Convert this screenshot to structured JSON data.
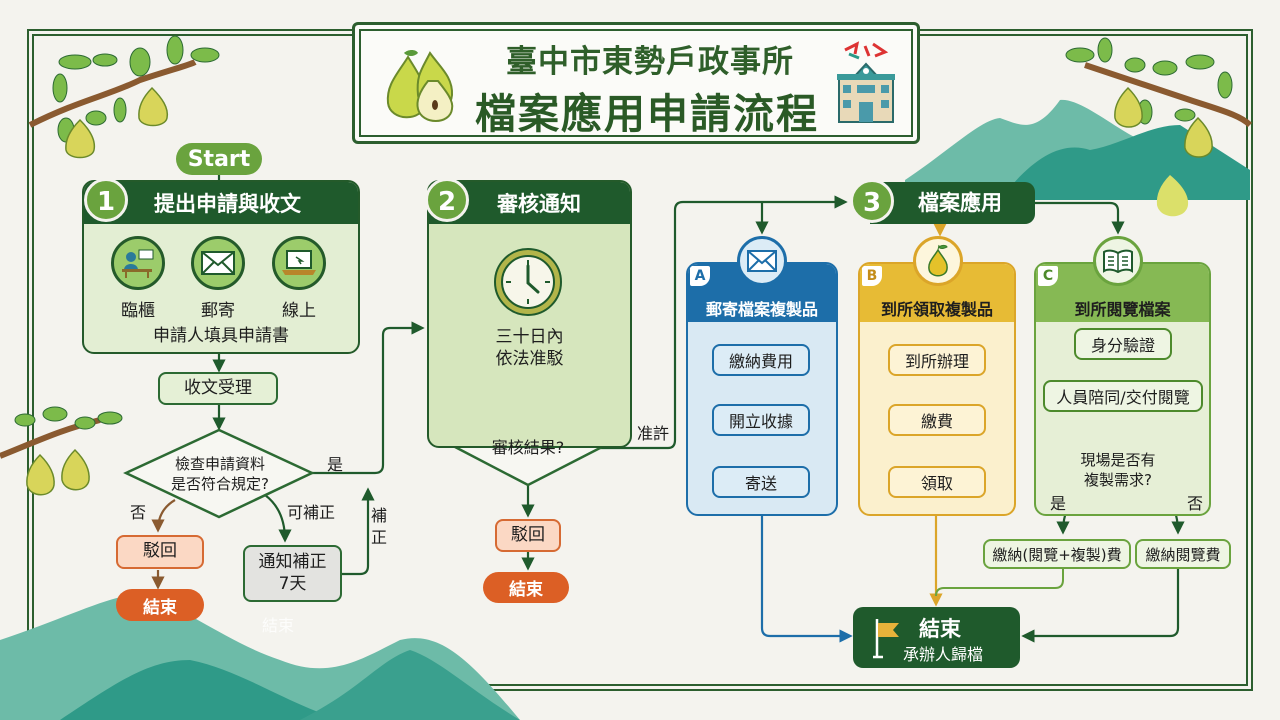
{
  "title": {
    "line1": "臺中市東勢戶政事所",
    "line2": "檔案應用申請流程"
  },
  "start_label": "Start",
  "step1": {
    "number": "1",
    "title": "提出申請與收文",
    "channels": [
      {
        "icon": "counter-icon",
        "label": "臨櫃"
      },
      {
        "icon": "mail-icon",
        "label": "郵寄"
      },
      {
        "icon": "laptop-icon",
        "label": "線上"
      }
    ],
    "note": "申請人填具申請書",
    "receive": "收文受理",
    "decision": {
      "line1": "檢查申請資料",
      "line2": "是否符合規定?"
    },
    "yes_label": "是",
    "no_label": "否",
    "fixable_label": "可補正",
    "reject": "駁回",
    "end": "結束",
    "notify_fix": {
      "line1": "通知補正",
      "line2": "7天"
    },
    "fix_return_label": "補正",
    "ghost_end": "結束"
  },
  "step2": {
    "number": "2",
    "title": "審核通知",
    "note": {
      "line1": "三十日內",
      "line2": "依法准駁"
    },
    "decision": "審核結果?",
    "approve_label": "准許",
    "reject": "駁回",
    "end": "結束"
  },
  "step3": {
    "number": "3",
    "title": "檔案應用",
    "columns": [
      {
        "letter": "A",
        "icon": "mail-icon",
        "title": "郵寄檔案複製品",
        "steps": [
          "繳納費用",
          "開立收據",
          "寄送"
        ],
        "color": "#1d6ea9"
      },
      {
        "letter": "B",
        "icon": "pear-icon",
        "title": "到所領取複製品",
        "steps": [
          "到所辦理",
          "繳費",
          "領取"
        ],
        "color": "#dba529"
      },
      {
        "letter": "C",
        "icon": "book-icon",
        "title": "到所閱覽檔案",
        "steps": [
          "身分驗證",
          "人員陪同/交付閱覽"
        ],
        "color": "#6aa33e"
      }
    ],
    "c_decision": {
      "line1": "現場是否有",
      "line2": "複製需求?"
    },
    "c_yes": "是",
    "c_no": "否",
    "fee_both": "繳納(閱覽+複製)費",
    "fee_view": "繳納閱覽費"
  },
  "final": {
    "title": "結束",
    "subtitle": "承辦人歸檔"
  },
  "colors": {
    "dark_green": "#1f5a2c",
    "light_green": "#6aa33e",
    "blue": "#1d6ea9",
    "gold": "#dba529",
    "orange": "#dc5f25"
  }
}
